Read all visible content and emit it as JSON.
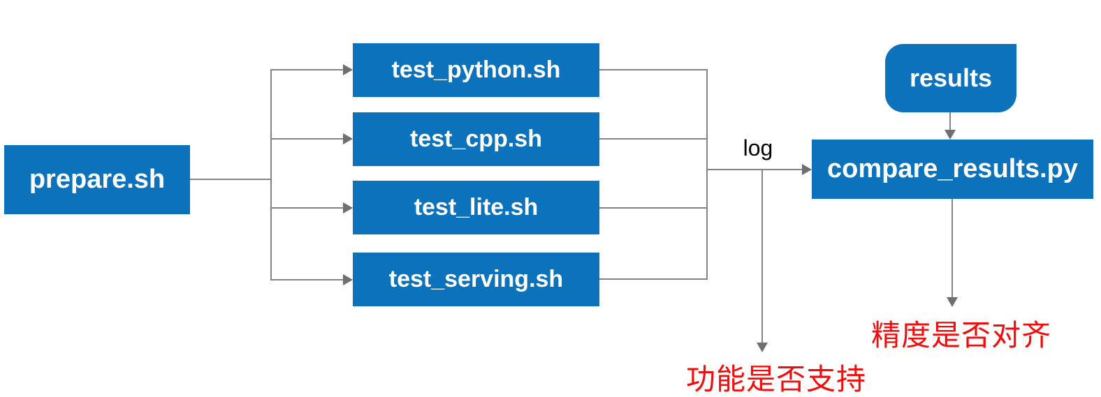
{
  "diagram": {
    "nodes": {
      "prepare": "prepare.sh",
      "test_python": "test_python.sh",
      "test_cpp": "test_cpp.sh",
      "test_lite": "test_lite.sh",
      "test_serving": "test_serving.sh",
      "results": "results",
      "compare": "compare_results.py"
    },
    "labels": {
      "log": "log",
      "feature_support": "功能是否支持",
      "precision_align": "精度是否对齐"
    },
    "colors": {
      "node_fill": "#0d72bc",
      "node_text": "#ffffff",
      "connector": "#848484",
      "arrowhead": "#6f6f6f",
      "log_text": "#000000",
      "warning_text": "#f20d0d",
      "background": "#ffffff"
    }
  }
}
